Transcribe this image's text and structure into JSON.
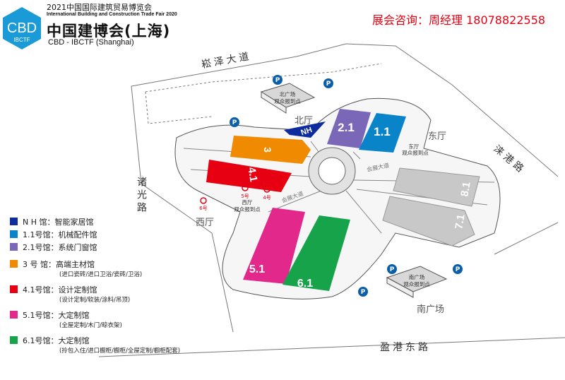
{
  "header": {
    "logo_text": "CBD",
    "logo_sub": "IBCTF",
    "title_cn_small": "2021中国国际建筑贸易博览会",
    "title_en": "International Building and Construction Trade Fair 2020",
    "title_main": "中国建博会(上海)",
    "title_sub": "CBD - IBCTF (Shanghai)",
    "hotline": "展会咨询：周经理  18078822558"
  },
  "roads": {
    "north": "崧泽大道",
    "east": "涞港路",
    "west": "诸光路",
    "south": "盈港东路",
    "inner": "会展大道"
  },
  "areas": {
    "north_hall": "北厅",
    "east_hall": "东厅",
    "west_hall": "西厅",
    "south_plaza": "南广场",
    "north_checkin": [
      "北广场",
      "观众报到点"
    ],
    "east_checkin": [
      "东厅",
      "观众报到点"
    ],
    "west_checkin": [
      "西厅",
      "观众报到点"
    ],
    "south_checkin": [
      "南广场",
      "观众报到点"
    ],
    "parking": "P",
    "metro": [
      "5号",
      "4号",
      "6号"
    ]
  },
  "halls": [
    {
      "id": "NH",
      "label": "NH",
      "color": "#0d2c9e"
    },
    {
      "id": "1.1",
      "label": "1.1",
      "color": "#0a84c9"
    },
    {
      "id": "2.1",
      "label": "2.1",
      "color": "#7a67b7"
    },
    {
      "id": "3",
      "label": "3",
      "color": "#f08a00"
    },
    {
      "id": "4.1",
      "label": "4.1",
      "color": "#e60012"
    },
    {
      "id": "5.1",
      "label": "5.1",
      "color": "#e2288a"
    },
    {
      "id": "6.1",
      "label": "6.1",
      "color": "#16a34a"
    },
    {
      "id": "7.1",
      "label": "7.1",
      "color": "#c8c8c8"
    },
    {
      "id": "8.1",
      "label": "8.1",
      "color": "#c8c8c8"
    }
  ],
  "legend": [
    {
      "label": "N H  馆：智能家居馆",
      "sub": "",
      "color": "#0d2c9e"
    },
    {
      "label": "1.1号馆：机械配件馆",
      "sub": "",
      "color": "#0a84c9"
    },
    {
      "label": "2.1号馆：系统门窗馆",
      "sub": "",
      "color": "#7a67b7"
    },
    {
      "label": "3  号  馆：高端主材馆",
      "sub": "(进口瓷砖/进口卫浴/瓷砖/卫浴)",
      "color": "#f08a00"
    },
    {
      "label": "4.1号馆：设计定制馆",
      "sub": "(设计定制/软装/涂料/吊顶)",
      "color": "#e60012"
    },
    {
      "label": "5.1号馆：大定制馆",
      "sub": "(全屋定制/木门/晾衣架)",
      "color": "#e2288a"
    },
    {
      "label": "6.1号馆：大定制馆",
      "sub": "(拎包入住/进口橱柜/橱柜/全屋定制/橱柜配套)",
      "color": "#16a34a"
    }
  ]
}
